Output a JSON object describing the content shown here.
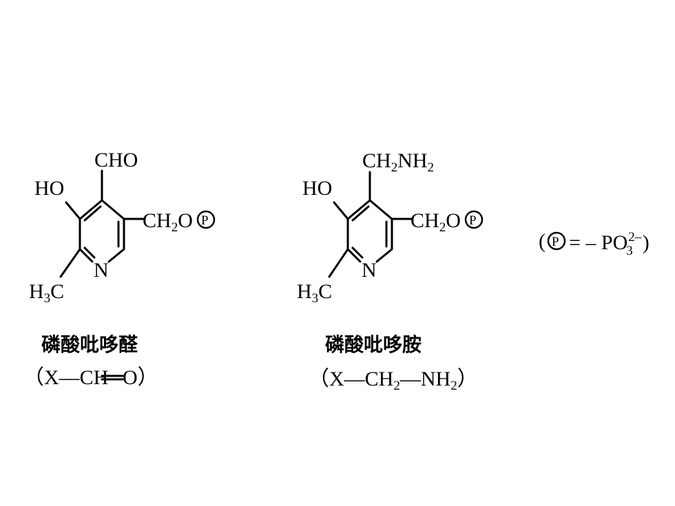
{
  "pyridoxal": {
    "aldehyde_label": "CHO",
    "hydroxyl_label": "HO",
    "methyl_label": "H",
    "methyl_sub": "3",
    "methyl_c": "C",
    "nitrogen_label": "N",
    "ch2o_label": "CH",
    "ch2o_sub": "2",
    "ch2o_o": "O",
    "phosphate_symbol": "P",
    "name": "磷酸吡哆醛",
    "formula_open": "（X—CH",
    "formula_close": "O）"
  },
  "pyridoxamine": {
    "amine_ch": "CH",
    "amine_sub1": "2",
    "amine_nh": "NH",
    "amine_sub2": "2",
    "hydroxyl_label": "HO",
    "methyl_label": "H",
    "methyl_sub": "3",
    "methyl_c": "C",
    "nitrogen_label": "N",
    "ch2o_label": "CH",
    "ch2o_sub": "2",
    "ch2o_o": "O",
    "phosphate_symbol": "P",
    "name": "磷酸吡哆胺",
    "formula_a": "（X—CH",
    "formula_sub1": "2",
    "formula_b": "—NH",
    "formula_sub2": "2",
    "formula_close": "）"
  },
  "legend": {
    "open": "(",
    "symbol": "P",
    "equals": "= – PO",
    "sup": "2–",
    "sub": "3",
    "close": ")"
  }
}
